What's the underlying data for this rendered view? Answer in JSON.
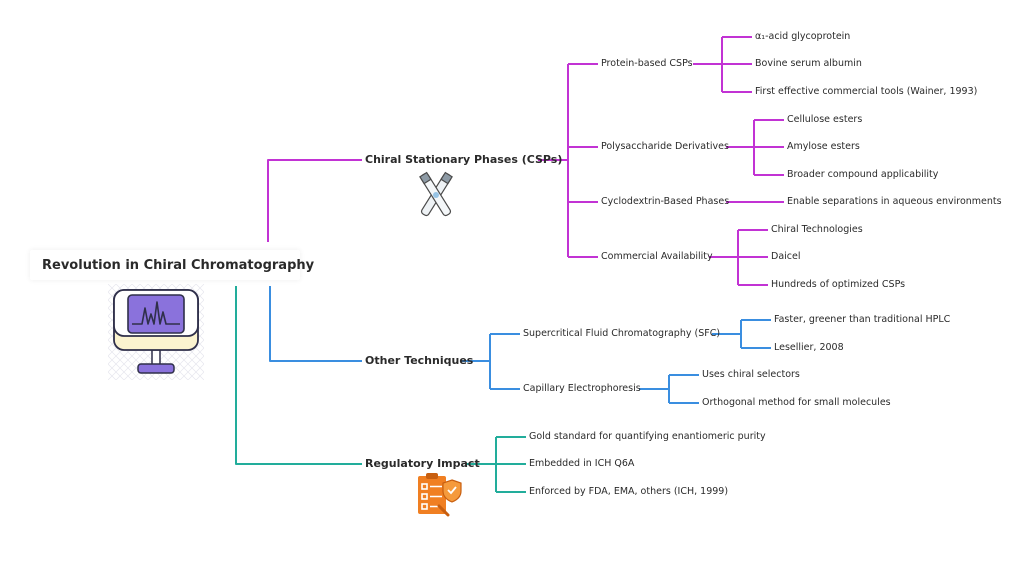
{
  "root": {
    "title": "Revolution in Chiral Chromatography"
  },
  "branches": {
    "csp": {
      "label": "Chiral Stationary Phases (CSPs)",
      "protein": {
        "label": "Protein-based CSPs",
        "items": [
          "α₁-acid glycoprotein",
          "Bovine serum albumin",
          "First effective commercial tools (Wainer, 1993)"
        ]
      },
      "polysaccharide": {
        "label": "Polysaccharide Derivatives",
        "items": [
          "Cellulose esters",
          "Amylose esters",
          "Broader compound applicability"
        ]
      },
      "cyclodextrin": {
        "label": "Cyclodextrin-Based Phases",
        "items": [
          "Enable separations in aqueous environments"
        ]
      },
      "commercial": {
        "label": "Commercial Availability",
        "items": [
          "Chiral Technologies",
          "Daicel",
          "Hundreds of optimized CSPs"
        ]
      }
    },
    "other": {
      "label": "Other Techniques",
      "sfc": {
        "label": "Supercritical Fluid Chromatography (SFC)",
        "items": [
          "Faster, greener than traditional HPLC",
          "Lesellier, 2008"
        ]
      },
      "ce": {
        "label": "Capillary Electrophoresis",
        "items": [
          "Uses chiral selectors",
          "Orthogonal method for small molecules"
        ]
      }
    },
    "regulatory": {
      "label": "Regulatory Impact",
      "items": [
        "Gold standard for quantifying enantiomeric purity",
        "Embedded in ICH Q6A",
        "Enforced by FDA, EMA, others (ICH, 1999)"
      ]
    }
  },
  "colors": {
    "csp": "#c233d4",
    "other": "#3a8ee0",
    "regulatory": "#22ad9b",
    "monitor": "#7a6ad8",
    "clipboard": "#f07f22"
  },
  "icons": {
    "root": "monitor-chromatogram-icon",
    "csp": "test-tubes-icon",
    "regulatory": "compliance-clipboard-icon"
  }
}
